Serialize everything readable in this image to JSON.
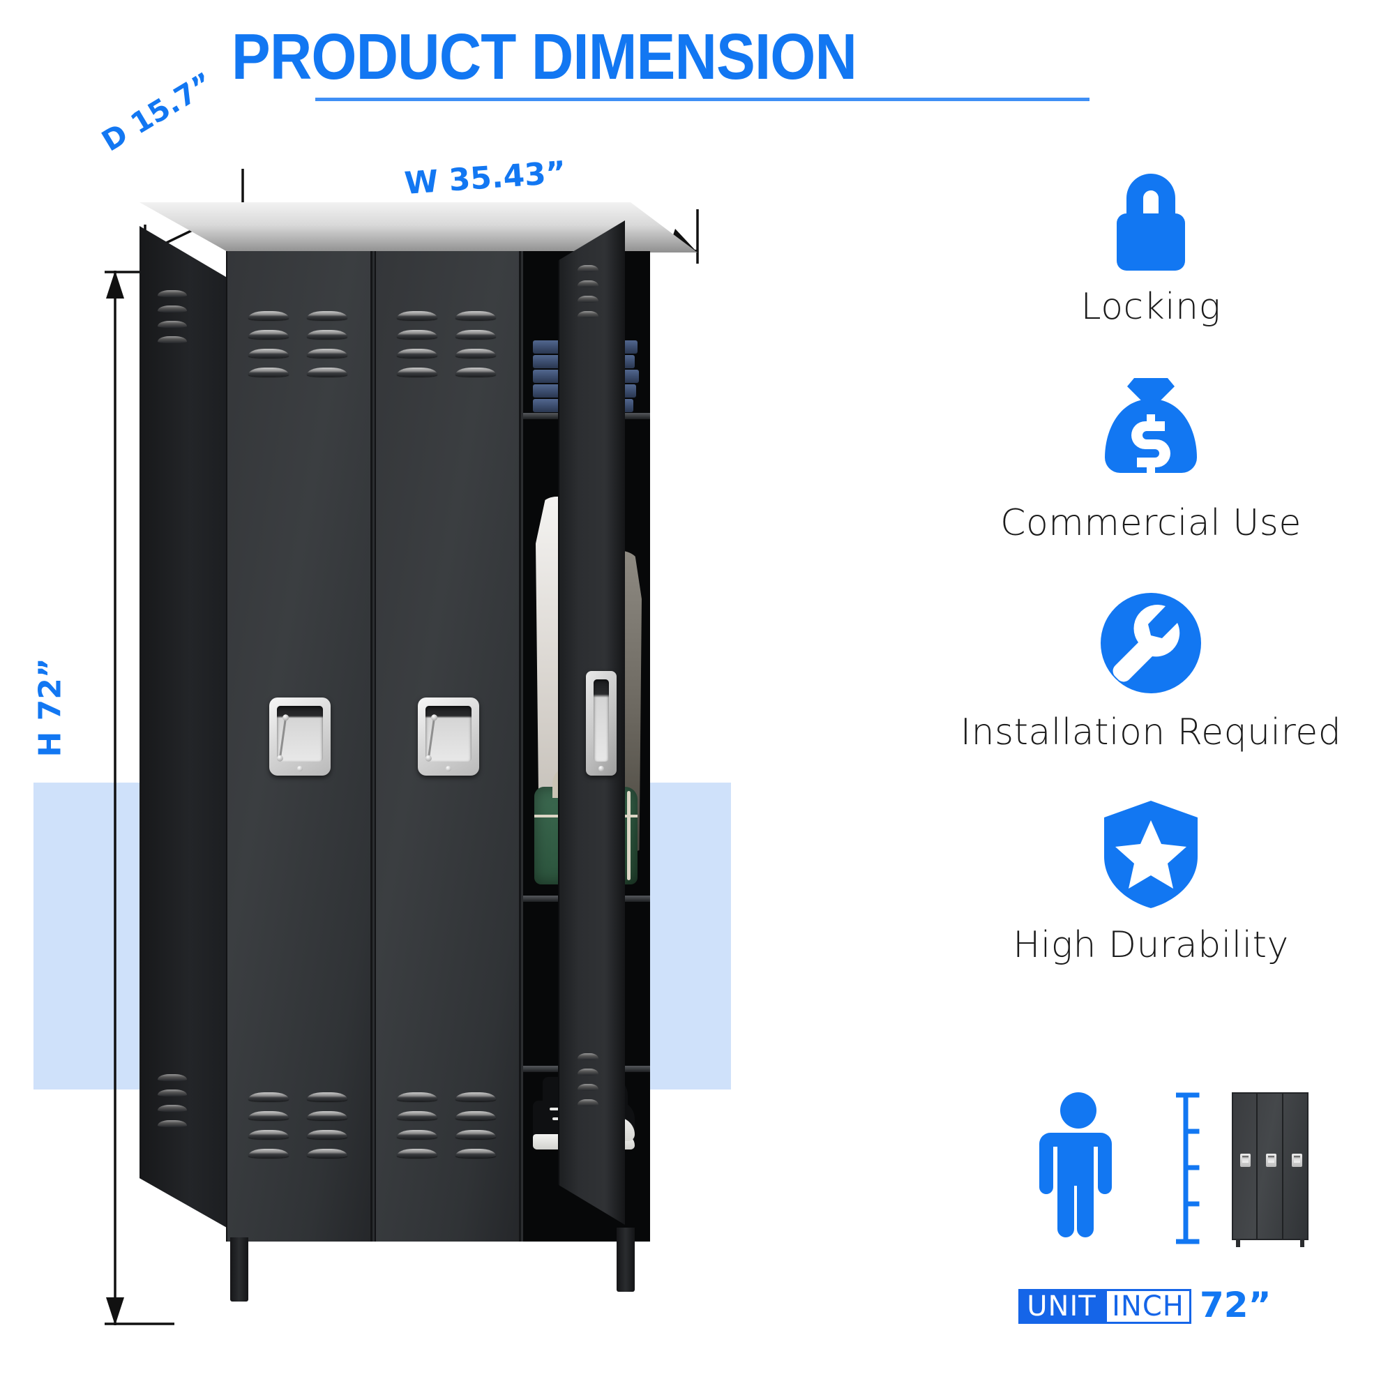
{
  "header": {
    "title": "PRODUCT DIMENSION"
  },
  "dimensions": {
    "depth_label": "D 15.7”",
    "width_label": "W 35.43”",
    "height_label": "H 72”"
  },
  "features": [
    {
      "icon": "lock-icon",
      "label": "Locking"
    },
    {
      "icon": "money-bag-icon",
      "label": "Commercial Use"
    },
    {
      "icon": "wrench-icon",
      "label": "Installation Required"
    },
    {
      "icon": "shield-star-icon",
      "label": "High Durability"
    }
  ],
  "scale": {
    "person_value": "72”",
    "product_value": "72”",
    "unit_label": "UNIT",
    "unit_value": "INCH"
  },
  "product": {
    "type": "3-door metal storage locker",
    "door_count": 3,
    "contents": [
      "folded blue towels",
      "hanging white shirt",
      "hanging taupe cardigan",
      "hanging grey coat",
      "green duffel bag",
      "black high-top sneakers"
    ]
  },
  "colors": {
    "accent": "#1277f2",
    "accent_deep": "#1565e8",
    "floor_band": "#cfe1fa",
    "product_body": "#2b2d30",
    "label_text": "#1b1b1b"
  }
}
